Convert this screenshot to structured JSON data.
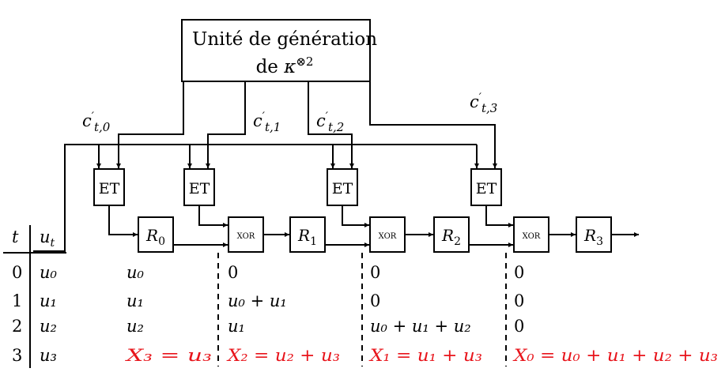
{
  "unit_box": {
    "line1": "Unité de génération",
    "line2_prefix": "de ",
    "kappa": "κ",
    "exponent": "⊗2"
  },
  "signals": {
    "c0": {
      "base": "c",
      "prime": "′",
      "sub": "t,0"
    },
    "c1": {
      "base": "c",
      "prime": "′",
      "sub": "t,1"
    },
    "c2": {
      "base": "c",
      "prime": "′",
      "sub": "t,2"
    },
    "c3": {
      "base": "c",
      "prime": "′",
      "sub": "t,3"
    }
  },
  "and_gates": [
    "ET",
    "ET",
    "ET",
    "ET"
  ],
  "xor_gates": [
    "XOR",
    "XOR",
    "XOR"
  ],
  "registers": [
    {
      "base": "R",
      "sub": "0"
    },
    {
      "base": "R",
      "sub": "1"
    },
    {
      "base": "R",
      "sub": "2"
    },
    {
      "base": "R",
      "sub": "3"
    }
  ],
  "table": {
    "header_t": "t",
    "header_u": {
      "base": "u",
      "sub": "t"
    },
    "rows": [
      {
        "t": "0",
        "u": "u₀",
        "r0": "u₀",
        "r1": "0",
        "r2": "0",
        "r3": "0"
      },
      {
        "t": "1",
        "u": "u₁",
        "r0": "u₁",
        "r1": "u₀ + u₁",
        "r2": "0",
        "r3": "0"
      },
      {
        "t": "2",
        "u": "u₂",
        "r0": "u₂",
        "r1": "u₁",
        "r2": "u₀ + u₁ + u₂",
        "r3": "0"
      },
      {
        "t": "3",
        "u": "u₃",
        "r0": "X₃ = u₃",
        "r1": "X₂ = u₂ + u₃",
        "r2": "X₁ = u₁ + u₃",
        "r3": "X₀ = u₀ + u₁ + u₂ + u₃"
      }
    ]
  },
  "colors": {
    "output": "#e8141b",
    "ink": "#000000"
  }
}
